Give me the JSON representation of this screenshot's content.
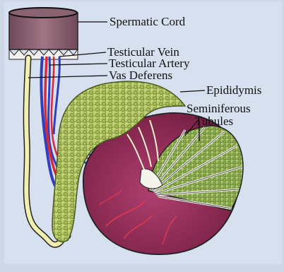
{
  "labels": {
    "spermatic_cord": "Spermatic Cord",
    "testicular_vein": "Testicular Vein",
    "testicular_artery": "Testicular Artery",
    "vas_deferens": "Vas Deferens",
    "epididymis": "Epididymis",
    "seminiferous": "Seminiferous",
    "tubules": "Tubules"
  },
  "colors": {
    "background": "#d7e0ee",
    "cord_sheath": "#8c6070",
    "vein": "#2f3fc0",
    "artery": "#d8283a",
    "vas_deferens": "#f2f0b0",
    "epididymis": "#b7c86a",
    "tunica": "#8e2850",
    "tubules_fill": "#9fbf60"
  }
}
